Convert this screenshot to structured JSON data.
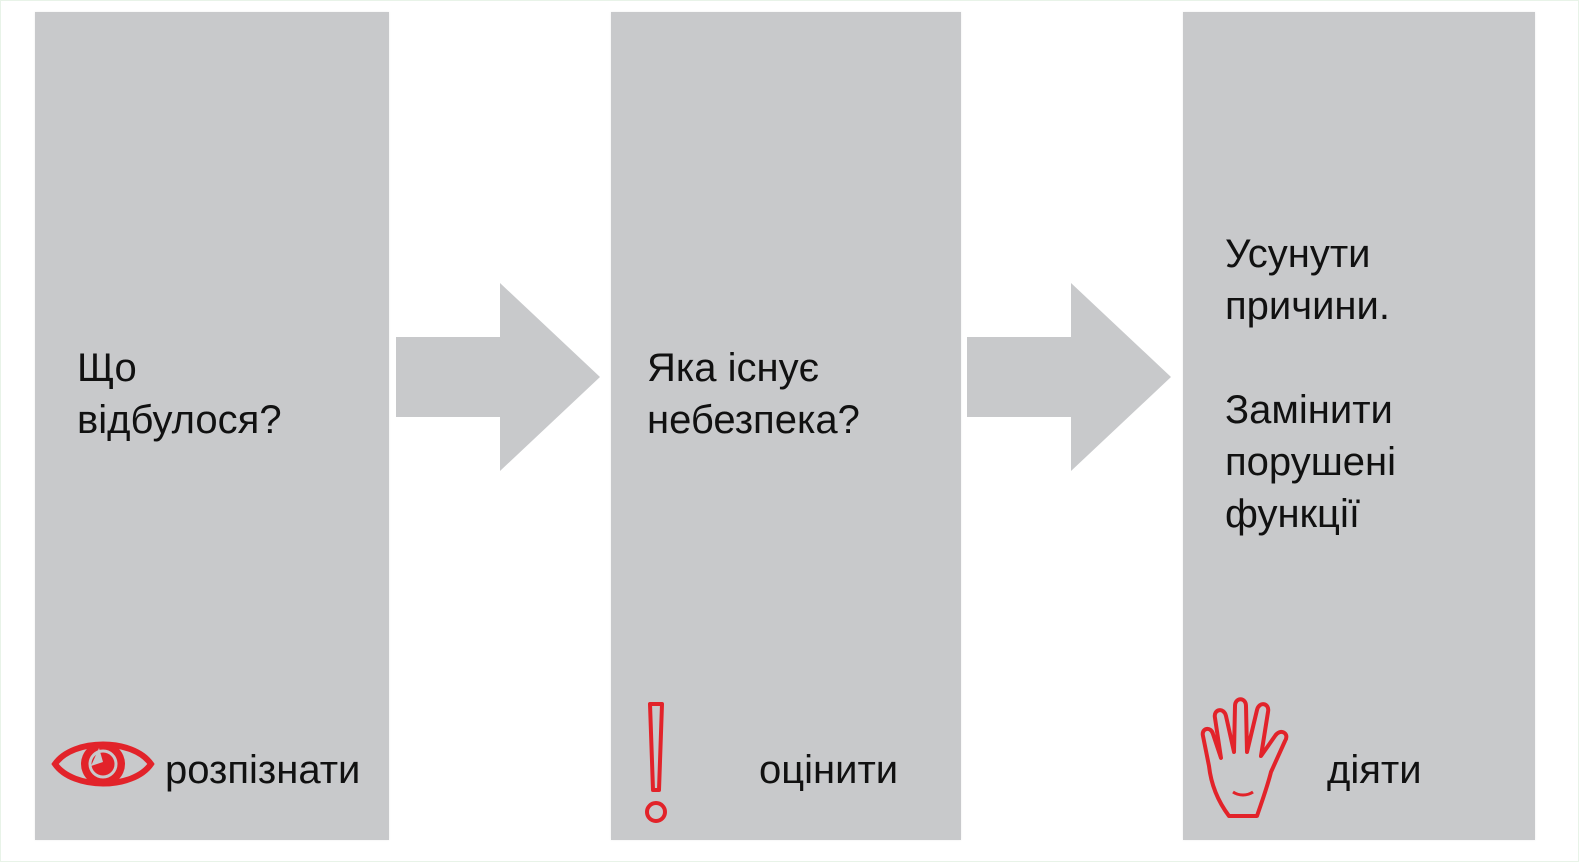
{
  "colors": {
    "panel": "#c8c9cb",
    "arrow": "#c8c9cb",
    "icon_accent": "#e2232a",
    "text": "#111111"
  },
  "steps": [
    {
      "question": "Що\nвідбулося?",
      "label": "розпізнати",
      "icon": "eye-icon"
    },
    {
      "question": "Яка існує\nнебезпека?",
      "label": "оцінити",
      "icon": "exclamation-icon"
    },
    {
      "question": "Усунути\nпричини.\n\nЗамінити\nпорушені\nфункції",
      "label": "діяти",
      "icon": "hand-icon"
    }
  ],
  "connectors": [
    "arrow-right-icon",
    "arrow-right-icon"
  ]
}
